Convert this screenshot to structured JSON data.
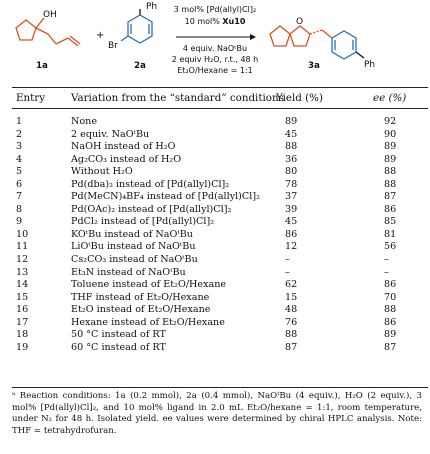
{
  "scheme": {
    "substrate1_oh": "OH",
    "substrate1_label": "1a",
    "plus": "+",
    "substrate2_ph": "Ph",
    "substrate2_br": "Br",
    "substrate2_label": "2a",
    "above_arrow_1": "3 mol% [Pd(allyl)Cl]₂",
    "above_arrow_2_prefix": "10 mol% ",
    "above_arrow_2_bold": "Xu10",
    "below_arrow_1": "4 equiv. NaOᵗBu",
    "below_arrow_2": "2 equiv H₂O, r.t., 48 h",
    "below_arrow_3": "Et₂O/Hexane = 1:1",
    "product_o": "O",
    "product_ph": "Ph",
    "product_label": "3a"
  },
  "table": {
    "headers": {
      "entry": "Entry",
      "variation": "Variation from the “standard” conditions",
      "yield": "Yield (%)",
      "ee": "ee (%)"
    },
    "rows": [
      {
        "entry": "1",
        "variation": "None",
        "yield": "89",
        "ee": "92"
      },
      {
        "entry": "2",
        "variation": "2 equiv. NaOᵗBu",
        "yield": "45",
        "ee": "90"
      },
      {
        "entry": "3",
        "variation": "NaOH instead of H₂O",
        "yield": "88",
        "ee": "89"
      },
      {
        "entry": "4",
        "variation": "Ag₂CO₃ instead of H₂O",
        "yield": "36",
        "ee": "89"
      },
      {
        "entry": "5",
        "variation": "Without H₂O",
        "yield": "80",
        "ee": "88"
      },
      {
        "entry": "6",
        "variation": "Pd(dba)₂ instead of [Pd(allyl)Cl]₂",
        "yield": "78",
        "ee": "88"
      },
      {
        "entry": "7",
        "variation": "Pd(MeCN)₄BF₄ instead of [Pd(allyl)Cl]₂",
        "yield": "37",
        "ee": "87"
      },
      {
        "entry": "8",
        "variation": "Pd(OAc)₂ instead of [Pd(allyl)Cl]₂",
        "yield": "39",
        "ee": "86"
      },
      {
        "entry": "9",
        "variation": "PdCl₂ instead of [Pd(allyl)Cl]₂",
        "yield": "45",
        "ee": "85"
      },
      {
        "entry": "10",
        "variation": "KOᵗBu instead of NaOᵗBu",
        "yield": "86",
        "ee": "81"
      },
      {
        "entry": "11",
        "variation": "LiOᵗBu instead of NaOᵗBu",
        "yield": "12",
        "ee": "56"
      },
      {
        "entry": "12",
        "variation": "Cs₂CO₃ instead of NaOᵗBu",
        "yield": "–",
        "ee": "–"
      },
      {
        "entry": "13",
        "variation": "Et₃N instead of NaOᵗBu",
        "yield": "–",
        "ee": "–"
      },
      {
        "entry": "14",
        "variation": "Toluene instead of Et₂O/Hexane",
        "yield": "62",
        "ee": "86"
      },
      {
        "entry": "15",
        "variation": "THF instead of Et₂O/Hexane",
        "yield": "15",
        "ee": "70"
      },
      {
        "entry": "16",
        "variation": "Et₂O instead of Et₂O/Hexane",
        "yield": "48",
        "ee": "88"
      },
      {
        "entry": "17",
        "variation": "Hexane instead of Et₂O/Hexane",
        "yield": "76",
        "ee": "86"
      },
      {
        "entry": "18",
        "variation": "50 °C instead of RT",
        "yield": "88",
        "ee": "89"
      },
      {
        "entry": "19",
        "variation": "60 °C instead of RT",
        "yield": "87",
        "ee": "87"
      }
    ]
  },
  "footnote": "ᵃ Reaction conditions: 1a (0.2 mmol), 2a (0.4 mmol), NaOᵗBu (4 equiv.), H₂O (2 equiv.), 3 mol% [Pd(allyl)Cl]₂, and 10 mol% ligand in 2.0 mL Et₂O/hexane = 1:1, room temperature, under N₂ for 48 h. Isolated yield. ee values were determined by chiral HPLC analysis. Note: THF = tetrahydrofuran."
}
